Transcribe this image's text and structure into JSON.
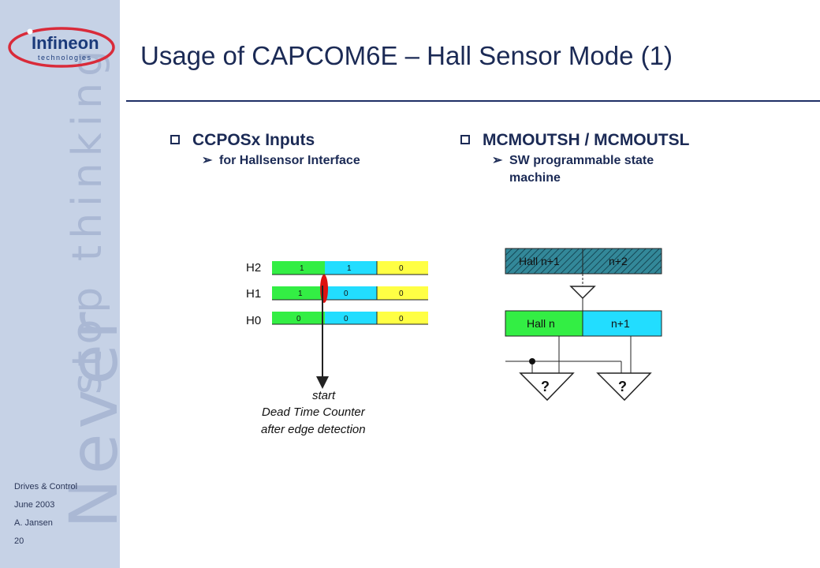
{
  "logo": {
    "brand": "Infineon",
    "tagline": "technologies"
  },
  "watermark": {
    "line1": "Never",
    "line2": "stop thinking"
  },
  "footer": {
    "line1": "Drives & Control",
    "line2": "June 2003",
    "line3": "A. Jansen",
    "page": "20"
  },
  "title": "Usage of CAPCOM6E – Hall Sensor Mode (1)",
  "left_section": {
    "heading": "CCPOSx Inputs",
    "sub": "for Hallsensor Interface"
  },
  "right_section": {
    "heading": "MCMOUTSH / MCMOUTSL",
    "sub": "SW programmable state machine"
  },
  "timing": {
    "rows": [
      {
        "label": "H2",
        "cells": [
          "1",
          "1",
          "0"
        ]
      },
      {
        "label": "H1",
        "cells": [
          "1",
          "0",
          "0"
        ]
      },
      {
        "label": "H0",
        "cells": [
          "0",
          "0",
          "0"
        ]
      }
    ],
    "caption1": "start",
    "caption2": "Dead Time Counter",
    "caption3": "after edge detection"
  },
  "state": {
    "top_left": "Hall n+1",
    "top_right": "n+2",
    "bottom_left": "Hall n",
    "bottom_right": "n+1",
    "cmp1": "?",
    "cmp2": "?"
  },
  "colors": {
    "green": "#33ee44",
    "cyan": "#22ddff",
    "yellow": "#ffff44",
    "teal": "#338899",
    "navy": "#1b2a55",
    "red": "#dd1111",
    "sidebar": "#c6d2e6"
  }
}
